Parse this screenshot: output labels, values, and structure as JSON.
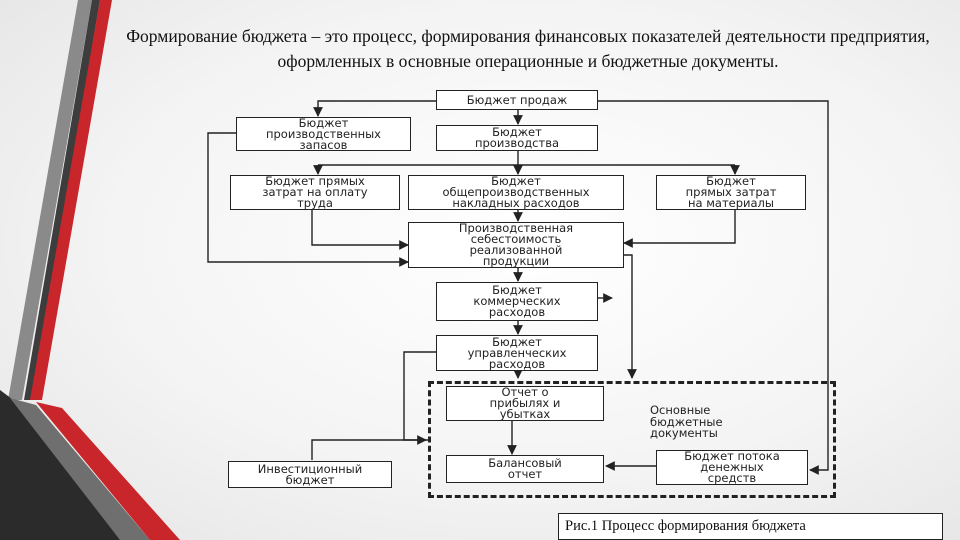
{
  "slide": {
    "title": "Формирование бюджета – это процесс, формирования финансовых показателей деятельности предприятия, оформленных в основные операционные и бюджетные документы.",
    "caption": "Рис.1 Процесс формирования бюджета"
  },
  "diagram": {
    "boxes": {
      "sales": "Бюджет продаж",
      "inventory": "Бюджет\nпроизводственных\nзапасов",
      "production": "Бюджет\nпроизводства",
      "labor": "Бюджет прямых\nзатрат на оплату\nтруда",
      "overhead": "Бюджет\nобщепроизводственных\nнакладных расходов",
      "materials": "Бюджет\nпрямых затрат\nна материалы",
      "cogs": "Производственная\nсебестоимость\nреализованной\nпродукции",
      "selling": "Бюджет\nкоммерческих\nрасходов",
      "admin": "Бюджет\nуправленческих\nрасходов",
      "pnl": "Отчет о\nприбылях и\nубытках",
      "balance": "Балансовый\nотчет",
      "cashflow": "Бюджет потока\nденежных\nсредств",
      "investment": "Инвестиционный\nбюджет"
    },
    "group_label": "Основные\nбюджетные\nдокументы"
  },
  "colors": {
    "red": "#c8262b",
    "dark_gray": "#3d3d3d",
    "mid_gray": "#8a8a8a",
    "line": "#222222"
  }
}
